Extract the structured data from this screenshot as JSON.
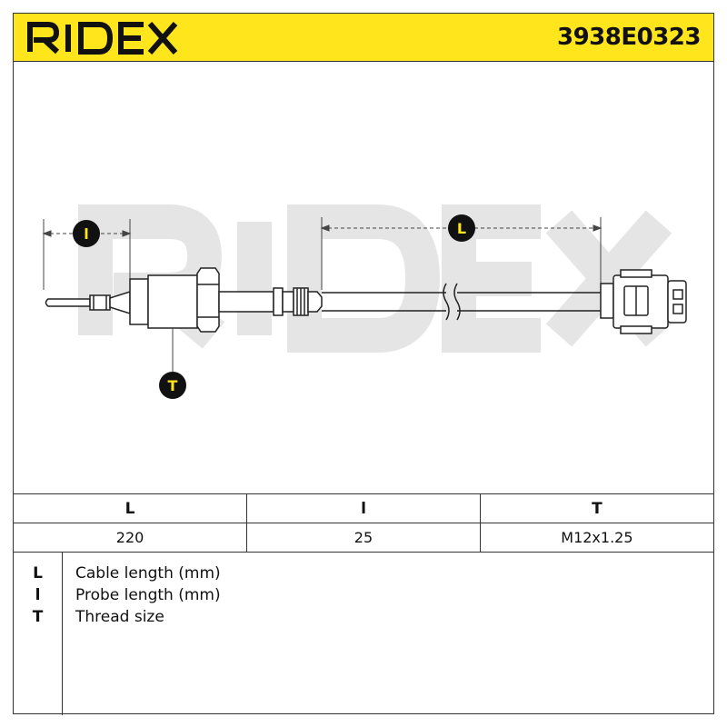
{
  "header": {
    "brand": "RIDEX",
    "part_number": "3938E0323"
  },
  "drawing": {
    "watermark": "RIDEX",
    "callouts": {
      "probe": "l",
      "cable": "L",
      "thread": "T"
    }
  },
  "spec_table": {
    "columns": [
      "L",
      "l",
      "T"
    ],
    "values": [
      "220",
      "25",
      "M12x1.25"
    ]
  },
  "legend": [
    {
      "symbol": "L",
      "description": "Cable length (mm)"
    },
    {
      "symbol": "l",
      "description": "Probe length (mm)"
    },
    {
      "symbol": "T",
      "description": "Thread size"
    }
  ],
  "colors": {
    "header_bg": "#ffe51c",
    "marker_bg": "#111111",
    "marker_text": "#ffe51c",
    "watermark": "#e6e6e6"
  }
}
